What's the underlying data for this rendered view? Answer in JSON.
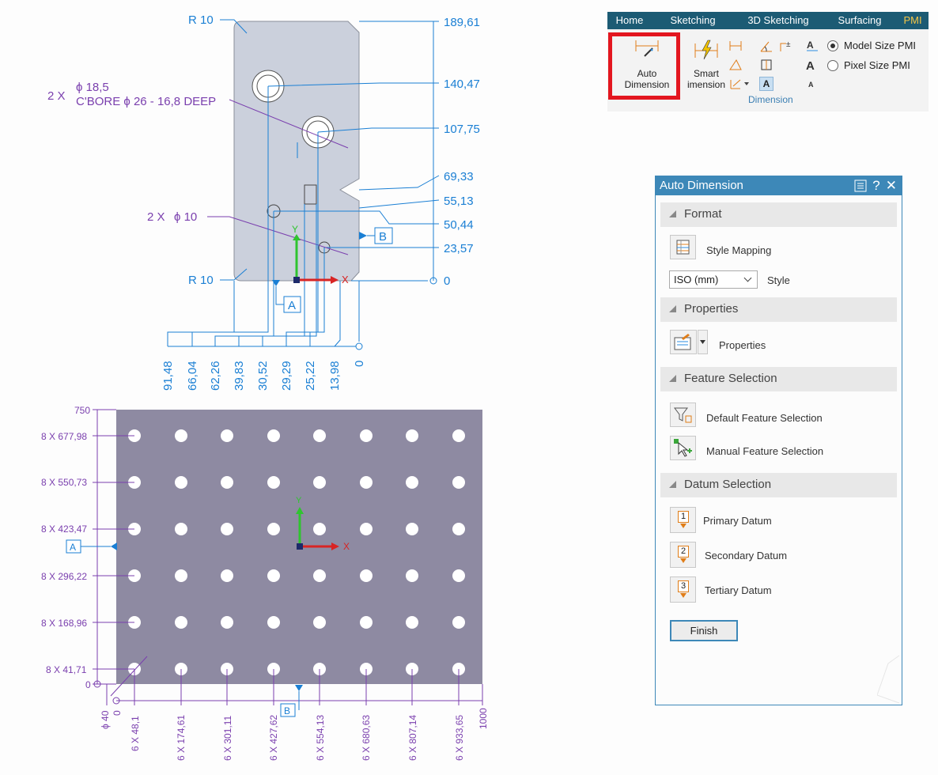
{
  "ribbon": {
    "tabs": [
      "Home",
      "Sketching",
      "3D Sketching",
      "Surfacing",
      "PMI"
    ],
    "active_tab": "PMI",
    "auto_dimension_label_1": "Auto",
    "auto_dimension_label_2": "Dimension",
    "smart_dimension_label_1": "Smart",
    "smart_dimension_label_2": "imension",
    "group_label": "Dimension",
    "model_size_pmi": "Model Size PMI",
    "pixel_size_pmi": "Pixel Size PMI",
    "text_size_icon_label": "A"
  },
  "dialog": {
    "title": "Auto Dimension",
    "sections": {
      "format": "Format",
      "properties": "Properties",
      "feature_selection": "Feature Selection",
      "datum_selection": "Datum Selection"
    },
    "style_mapping": "Style Mapping",
    "style_value": "ISO (mm)",
    "style_label": "Style",
    "properties_label": "Properties",
    "default_feature_selection": "Default Feature Selection",
    "manual_feature_selection": "Manual Feature Selection",
    "primary_datum": "Primary Datum",
    "secondary_datum": "Secondary Datum",
    "tertiary_datum": "Tertiary Datum",
    "datum_numbers": [
      "1",
      "2",
      "3"
    ],
    "finish": "Finish"
  },
  "part1": {
    "radius_top": "R 10",
    "radius_bottom": "R 10",
    "cbore_count": "2 X",
    "cbore_dia": "ϕ 18,5",
    "cbore_spec": "C'BORE ϕ 26 - 16,8 DEEP",
    "hole_count": "2 X",
    "hole_dia": "ϕ 10",
    "vertical_dims": [
      "189,61",
      "140,47",
      "107,75",
      "69,33",
      "55,13",
      "50,44",
      "23,57",
      "0"
    ],
    "horizontal_dims": [
      "91,48",
      "66,04",
      "62,26",
      "39,83",
      "30,52",
      "29,29",
      "25,22",
      "13,98",
      "0"
    ],
    "datum_a": "A",
    "datum_b": "B",
    "axis_x": "X",
    "axis_y": "Y"
  },
  "part2": {
    "top_value": "750",
    "row_dims": [
      "8 X 677,98",
      "8 X 550,73",
      "8 X 423,47",
      "8 X 296,22",
      "8 X 168,96",
      "8 X 41,71"
    ],
    "zero_left": "0",
    "col_dims": [
      "ϕ 40",
      "0",
      "6 X 48,1",
      "6 X 174,61",
      "6 X 301,11",
      "6 X 427,62",
      "6 X 554,13",
      "6 X 680,63",
      "6 X 807,14",
      "6 X 933,65",
      "1000"
    ],
    "datum_a": "A",
    "datum_b": "B",
    "axis_x": "X",
    "axis_y": "Y"
  }
}
